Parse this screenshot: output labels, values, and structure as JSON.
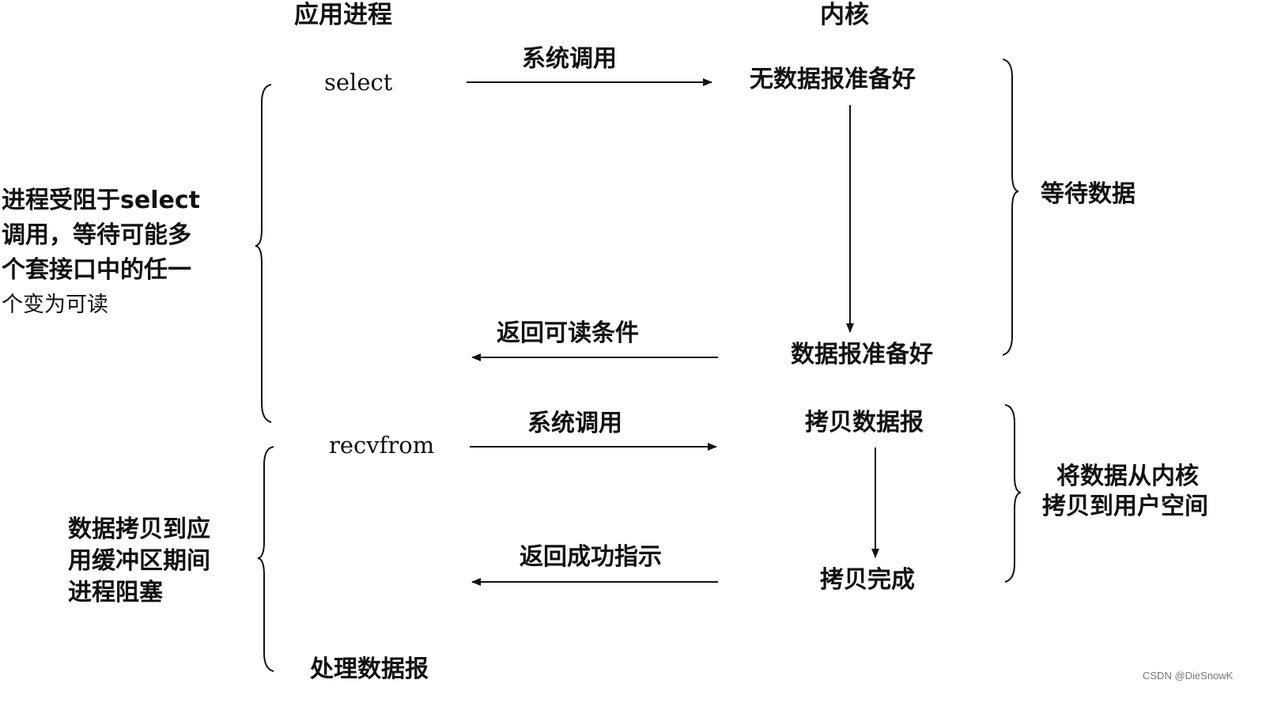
{
  "headers": {
    "app_process": "应用进程",
    "kernel": "内核"
  },
  "app_calls": {
    "select": "select",
    "recvfrom": "recvfrom",
    "process": "处理数据报"
  },
  "arrows": {
    "syscall_1": "系统调用",
    "return_readable": "返回可读条件",
    "syscall_2": "系统调用",
    "return_success": "返回成功指示"
  },
  "kernel_states": {
    "no_datagram": "无数据报准备好",
    "datagram_ready": "数据报准备好",
    "copy_datagram": "拷贝数据报",
    "copy_complete": "拷贝完成"
  },
  "left_notes": {
    "blocked_select": [
      "进程受阻于select",
      "调用，等待可能多",
      "个套接口中的任一",
      "个变为可读"
    ],
    "blocked_copy": [
      "数据拷贝到应",
      "用缓冲区期间",
      "进程阻塞"
    ]
  },
  "right_notes": {
    "wait_data": [
      "等待数据"
    ],
    "copy_to_user": [
      "将数据从内核",
      "拷贝到用户空间"
    ]
  },
  "watermark": "CSDN @DieSnowK"
}
